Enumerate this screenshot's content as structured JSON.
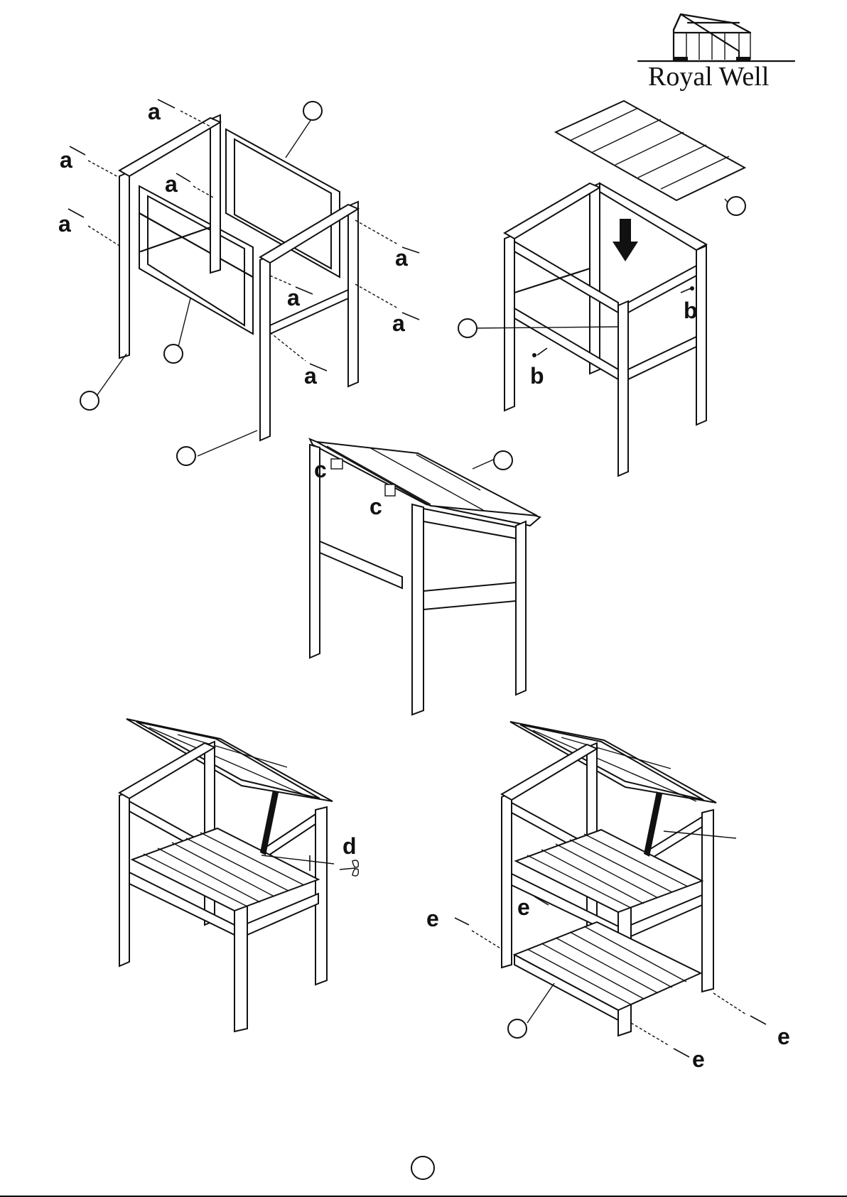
{
  "brand": {
    "name": "Royal Well",
    "icon": "greenhouse-logo-icon"
  },
  "labels": {
    "a": "a",
    "b": "b",
    "c": "c",
    "d": "d",
    "e": "e"
  },
  "colors": {
    "ink": "#111111",
    "paper": "#ffffff"
  },
  "steps": [
    {
      "name": "step-1-frame-assembly",
      "fastener": "a"
    },
    {
      "name": "step-2-top-shelf-insertion",
      "fastener": "b"
    },
    {
      "name": "step-3-lid-hinges",
      "fastener": "c"
    },
    {
      "name": "step-4-lid-support",
      "fastener": "d"
    },
    {
      "name": "step-5-bottom-shelf",
      "fastener": "e"
    }
  ]
}
